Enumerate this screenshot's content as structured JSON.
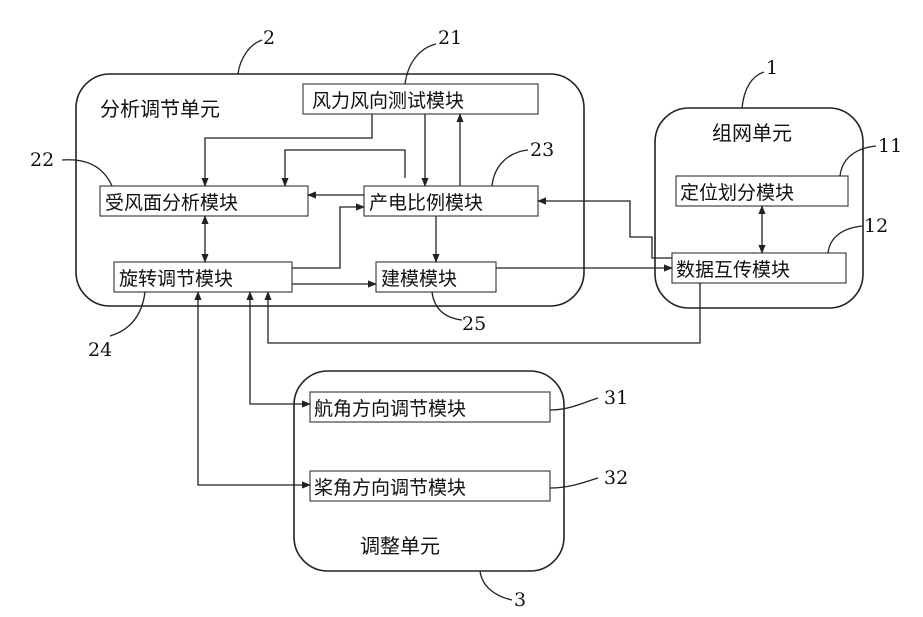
{
  "units": {
    "analysis": {
      "label": "分析调节单元",
      "ref": "2"
    },
    "network": {
      "label": "组网单元",
      "ref": "1"
    },
    "adjust": {
      "label": "调整单元",
      "ref": "3"
    }
  },
  "modules": {
    "wind_test": {
      "label": "风力风向测试模块",
      "ref": "21"
    },
    "windface": {
      "label": "受风面分析模块",
      "ref": "22"
    },
    "power_ratio": {
      "label": "产电比例模块",
      "ref": "23"
    },
    "rotate": {
      "label": "旋转调节模块",
      "ref": "24"
    },
    "modeling": {
      "label": "建模模块",
      "ref": "25"
    },
    "position": {
      "label": "定位划分模块",
      "ref": "11"
    },
    "data_transfer": {
      "label": "数据互传模块",
      "ref": "12"
    },
    "yaw": {
      "label": "航角方向调节模块",
      "ref": "31"
    },
    "pitch": {
      "label": "桨角方向调节模块",
      "ref": "32"
    }
  }
}
